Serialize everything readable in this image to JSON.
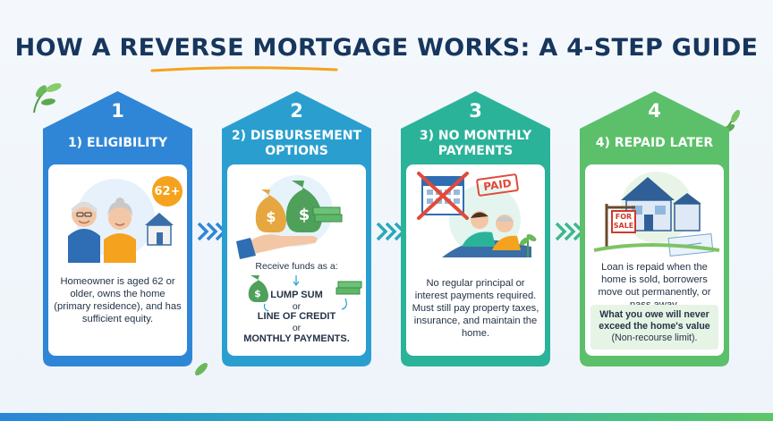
{
  "title": {
    "part1": "HOW A ",
    "highlight": "REVERSE MORTGAGE",
    "part2": " WORKS: A 4-STEP GUIDE"
  },
  "colors": {
    "step1": "#2f86d6",
    "step2": "#2a9fcf",
    "step3": "#2bb39a",
    "step4": "#5cbf6a",
    "title": "#17365d",
    "accent_orange": "#f5a31e"
  },
  "steps": [
    {
      "number": "1",
      "heading": "1) ELIGIBILITY",
      "badge": "62+",
      "description": "Homeowner is aged 62 or older, owns the home (primary residence), and has sufficient equity."
    },
    {
      "number": "2",
      "heading": "2) DISBURSEMENT OPTIONS",
      "intro": "Receive funds as a:",
      "options": [
        "LUMP SUM",
        "or",
        "LINE OF CREDIT",
        "or",
        "MONTHLY PAYMENTS."
      ]
    },
    {
      "number": "3",
      "heading": "3) NO MONTHLY PAYMENTS",
      "stamp": "PAID",
      "description": "No regular principal or interest payments required. Must still pay property taxes, insurance, and maintain the home."
    },
    {
      "number": "4",
      "heading": "4) REPAID LATER",
      "sign": "FOR SALE",
      "description": "Loan is repaid when the home is sold, borrowers move out permanently, or pass away.",
      "note_bold": "What you owe will never exceed the home's value",
      "note_rest": " (Non-recourse limit)."
    }
  ]
}
